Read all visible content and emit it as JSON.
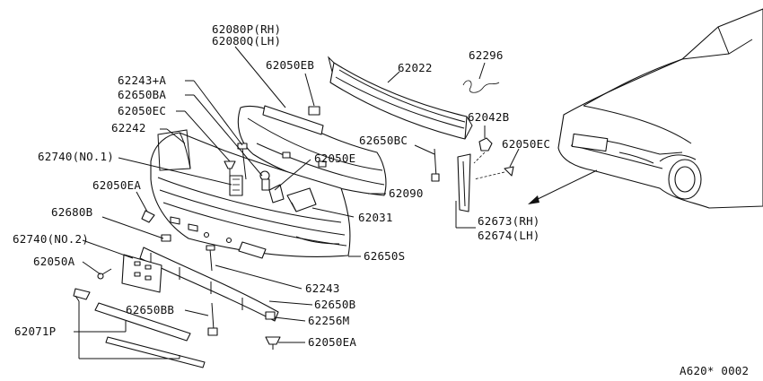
{
  "labels": {
    "p62080": "62080P(RH)",
    "p62080b": "62080Q(LH)",
    "p62050eb": "62050EB",
    "p62022": "62022",
    "p62296": "62296",
    "p62243a": "62243+A",
    "p62650ba": "62650BA",
    "p62050ec_l": "62050EC",
    "p62242": "62242",
    "p62740n1": "62740(NO.1)",
    "p62050ea_l": "62050EA",
    "p62680b": "62680B",
    "p62740n2": "62740(NO.2)",
    "p62050a": "62050A",
    "p62650bb": "62650BB",
    "p62071p": "62071P",
    "p62042b": "62042B",
    "p62650bc": "62650BC",
    "p62050ec_r": "62050EC",
    "p62050e": "62050E",
    "p62090": "62090",
    "p62031": "62031",
    "p62673": "62673(RH)",
    "p62674": "62674(LH)",
    "p62650s": "62650S",
    "p62243": "62243",
    "p62650b": "62650B",
    "p62256m": "62256M",
    "p62050ea_b": "62050EA",
    "code": "A620* 0002"
  }
}
